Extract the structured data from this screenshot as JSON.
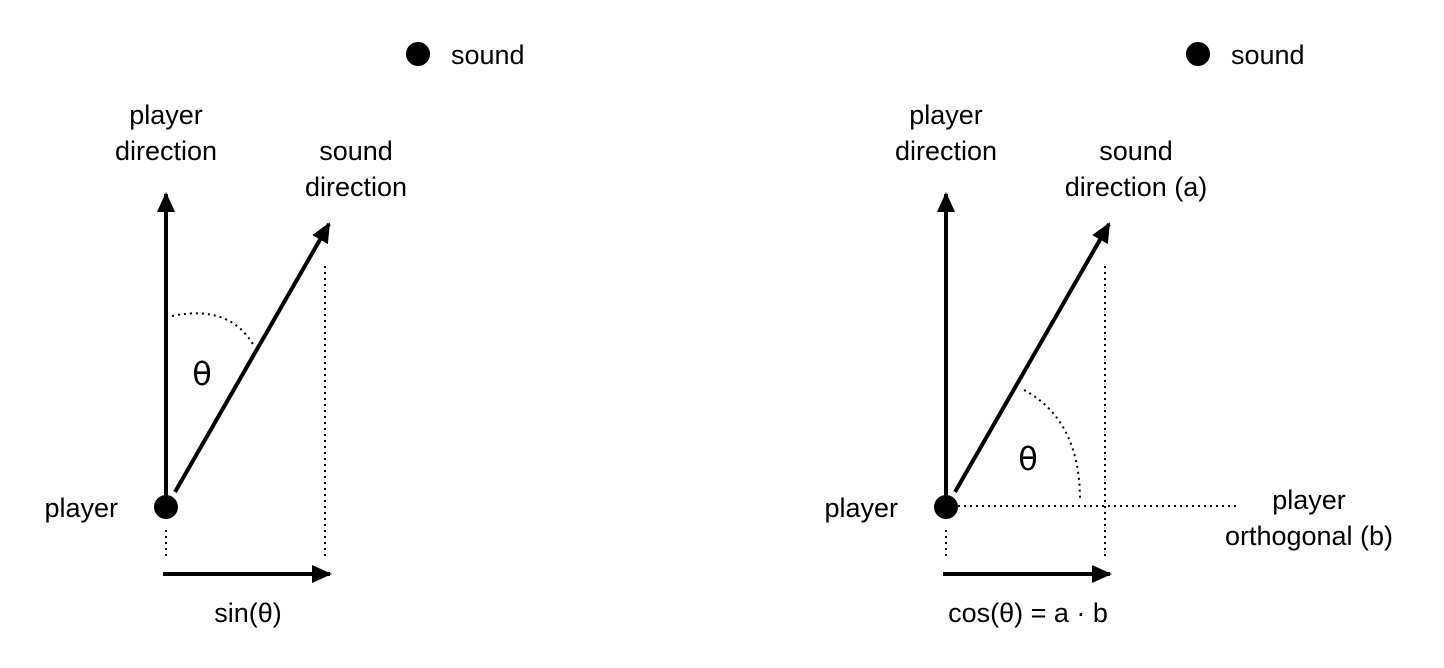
{
  "left_panel": {
    "sound_label": "sound",
    "player_direction": [
      "player",
      "direction"
    ],
    "sound_direction": [
      "sound",
      "direction"
    ],
    "angle_symbol": "θ",
    "player_label": "player",
    "projection_label": "sin(θ)"
  },
  "right_panel": {
    "sound_label": "sound",
    "player_direction": [
      "player",
      "direction"
    ],
    "sound_direction": [
      "sound",
      "direction (a)"
    ],
    "angle_symbol": "θ",
    "player_label": "player",
    "orthogonal_label": [
      "player",
      "orthogonal (b)"
    ],
    "projection_label": "cos(θ) = a · b"
  },
  "colors": {
    "ink": "#000000",
    "background": "#ffffff"
  }
}
